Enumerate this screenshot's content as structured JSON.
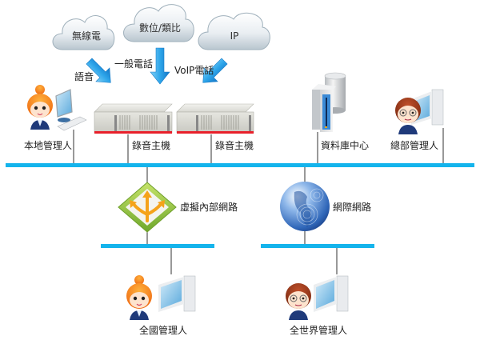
{
  "diagram": {
    "colors": {
      "bus": "#14b4ec",
      "wire": "#333333",
      "arrow": "#2a9be0",
      "server_strip": "#e8202a",
      "vpn_frame": "#8cc63f",
      "vpn_arrow": "#f7a81b",
      "globe": "#2c6fc4"
    },
    "clouds": [
      {
        "id": "wireless",
        "label": "無線電"
      },
      {
        "id": "analog",
        "label": "數位/類比"
      },
      {
        "id": "ip",
        "label": "IP"
      }
    ],
    "arrow_labels": {
      "voice": "語音",
      "pstn": "一般電話",
      "voip": "VoIP電話"
    },
    "nodes": {
      "local_admin": "本地管理人",
      "recorder_1": "錄音主機",
      "recorder_2": "錄音主機",
      "database": "資料庫中心",
      "hq_admin": "總部管理人",
      "vpn": "虛擬內部網路",
      "internet": "網際網路",
      "national_admin": "全國管理人",
      "global_admin": "全世界管理人"
    }
  }
}
